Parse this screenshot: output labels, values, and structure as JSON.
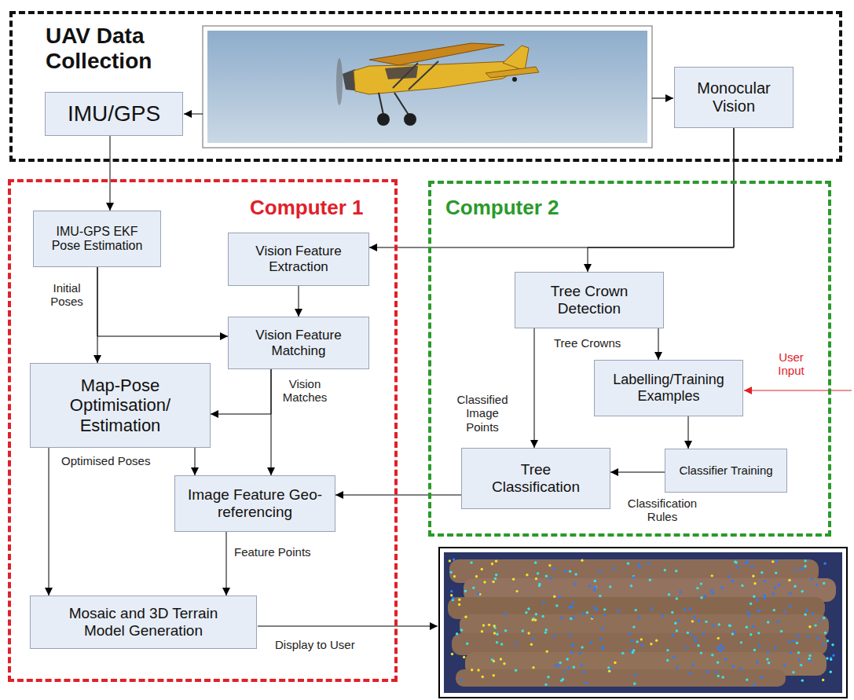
{
  "diagram": {
    "nodes": [
      {
        "text": [
          "UAV Data Collection"
        ]
      },
      {
        "text": [
          "IMU/GPS"
        ],
        "in": 0
      },
      {
        "text": [
          "Monocular Vision"
        ],
        "in": 0
      },
      {
        "text": [
          "Computer 1"
        ]
      },
      {
        "text": [
          "Computer 2"
        ]
      },
      {
        "text": [
          "IMU-GPS EKF Pose Estimation"
        ],
        "in": 3
      },
      {
        "text": [
          "Vision Feature Extraction"
        ],
        "in": 3
      },
      {
        "text": [
          "Vision Feature Matching"
        ],
        "in": 3
      },
      {
        "text": [
          "Map-Pose Optimisation/ Estimation"
        ],
        "in": 3
      },
      {
        "text": [
          "Image Feature Geo-referencing"
        ],
        "in": 3
      },
      {
        "text": [
          "Mosaic and 3D Terrain Model Generation"
        ],
        "in": 3
      },
      {
        "text": [
          "Tree Crown Detection"
        ],
        "in": 4
      },
      {
        "text": [
          "Labelling/Training Examples"
        ],
        "in": 4
      },
      {
        "text": [
          "Tree Classification"
        ],
        "in": 4
      },
      {
        "text": [
          "Classifier Training"
        ],
        "in": 4
      }
    ],
    "edges": [
      {
        "from": 1,
        "to": 5,
        "arrow": "to"
      },
      {
        "from": 2,
        "to": 6,
        "arrow": "to"
      },
      {
        "from": 2,
        "to": 11,
        "arrow": "to"
      },
      {
        "from": 5,
        "to": 8,
        "label": "Initial Poses",
        "arrow": "to"
      },
      {
        "from": 5,
        "to": 7,
        "arrow": "to"
      },
      {
        "from": 6,
        "to": 7,
        "arrow": "to"
      },
      {
        "from": 7,
        "to": 9,
        "label": "Vision Matches",
        "arrow": "to"
      },
      {
        "from": 7,
        "to": 8,
        "arrow": "to"
      },
      {
        "from": 8,
        "to": 9,
        "label": "Optimised Poses",
        "arrow": "to"
      },
      {
        "from": 8,
        "to": 10,
        "arrow": "to"
      },
      {
        "from": 9,
        "to": 10,
        "label": "Feature Points",
        "arrow": "to"
      },
      {
        "from": 11,
        "to": 12,
        "label": "Tree Crowns",
        "arrow": "to"
      },
      {
        "from": 11,
        "to": 13,
        "label": "Classified Image Points",
        "arrow": "to"
      },
      {
        "from": 12,
        "to": 14,
        "arrow": "to"
      },
      {
        "from": 14,
        "to": 13,
        "label": "Classification Rules",
        "arrow": "to"
      },
      {
        "from": 13,
        "to": 9,
        "arrow": "to"
      }
    ],
    "labels": [
      "Display to User",
      "User Input"
    ]
  }
}
